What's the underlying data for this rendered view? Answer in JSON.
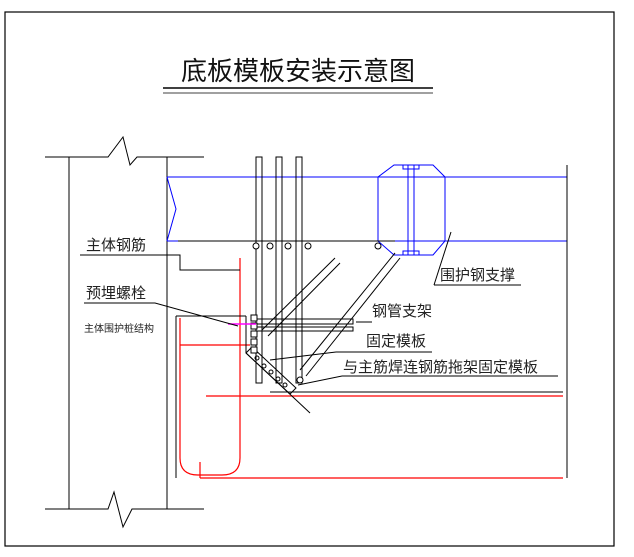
{
  "title": "底板模板安装示意图",
  "labels": {
    "main_rebar": "主体钢筋",
    "embedded_bolt": "预埋螺栓",
    "retaining_structure": "主体围护桩结构",
    "retaining_steel_support": "围护钢支撑",
    "steel_pipe_support": "钢管支架",
    "fixed_formwork": "固定模板",
    "welded_rebar_bracket": "与主筋焊连钢筋拖架固定模板"
  },
  "colors": {
    "frame": "#000000",
    "structure": "#000000",
    "steel_support": "#0000ff",
    "rebar": "#ff0000",
    "bolt": "#ff00ff",
    "formwork": "#000000"
  }
}
